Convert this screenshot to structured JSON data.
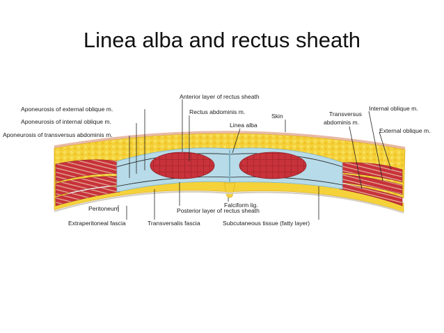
{
  "title": "Linea alba and rectus sheath",
  "labels": {
    "aponeurosis_external_oblique": "Aponeurosis of external oblique m.",
    "aponeurosis_internal_oblique": "Aponeurosis of internal oblique m.",
    "aponeurosis_transversus": "Aponeurosis of transversus abdominis m.",
    "anterior_layer": "Anterior layer of rectus sheath",
    "rectus_abdominis": "Rectus abdominis m.",
    "skin": "Skin",
    "linea_alba": "Linea alba",
    "transversus_line1": "Transversus",
    "transversus_line2": "abdominis m.",
    "internal_oblique": "Internal oblique m.",
    "external_oblique": "External oblique m.",
    "peritoneum": "Peritoneum",
    "extraperitoneal_fascia": "Extraperitoneal fascia",
    "transversalis_fascia": "Transversalis fascia",
    "falciform_lig": "Falciform lig.",
    "posterior_layer": "Posterior layer of rectus sheath",
    "subcutaneous_tissue": "Subcutaneous tissue (fatty layer)"
  },
  "colors": {
    "fat": "#f5d23a",
    "fat_dark": "#e2b41c",
    "muscle": "#c8323a",
    "muscle_dark": "#8e1e24",
    "aponeurosis": "#b7dbe8",
    "skin": "#e8b9a5",
    "membrane": "#e9e3d8"
  }
}
